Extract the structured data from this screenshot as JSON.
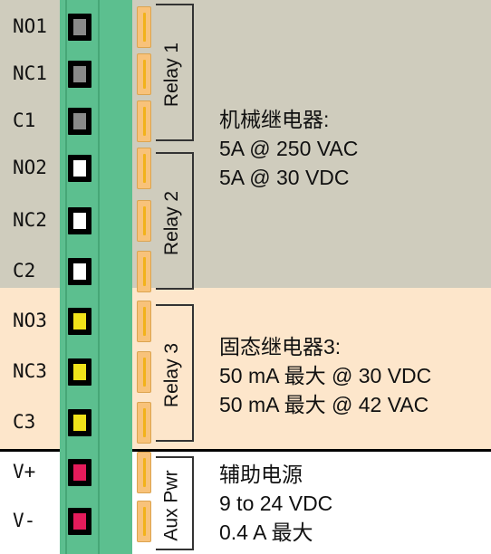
{
  "colors": {
    "mechanical_zone": "#cfccbd",
    "solid_state_zone": "#fde6cb",
    "aux_zone": "#ffffff",
    "connector_green": "#5cbf8f",
    "connector_groove": "#47a777",
    "leg_orange": "#f8c27a",
    "leg_pin": "#f2b21a",
    "window_gray": "#8a8a8a",
    "window_white": "#ffffff",
    "window_yellow": "#f0e21a",
    "window_red": "#e41b5b"
  },
  "pins": [
    {
      "label": "NO1",
      "window": "gray"
    },
    {
      "label": "NC1",
      "window": "gray"
    },
    {
      "label": "C1",
      "window": "gray"
    },
    {
      "label": "NO2",
      "window": "white"
    },
    {
      "label": "NC2",
      "window": "white"
    },
    {
      "label": "C2",
      "window": "white"
    },
    {
      "label": "NO3",
      "window": "yellow"
    },
    {
      "label": "NC3",
      "window": "yellow"
    },
    {
      "label": "C3",
      "window": "yellow"
    },
    {
      "label": "V+",
      "window": "red"
    },
    {
      "label": "V-",
      "window": "red"
    }
  ],
  "groups": [
    {
      "label": "Relay 1"
    },
    {
      "label": "Relay 2"
    },
    {
      "label": "Relay 3"
    },
    {
      "label": "Aux Pwr"
    }
  ],
  "specs": {
    "mechanical": {
      "line1": "机械继电器:",
      "line2": "5A @ 250 VAC",
      "line3": "5A @ 30 VDC"
    },
    "solid_state": {
      "line1": "固态继电器3:",
      "line2": "50 mA 最大 @ 30 VDC",
      "line3": "50 mA 最大 @ 42 VAC"
    },
    "aux": {
      "line1": "辅助电源",
      "line2": "9 to 24 VDC",
      "line3": "0.4 A 最大"
    }
  }
}
